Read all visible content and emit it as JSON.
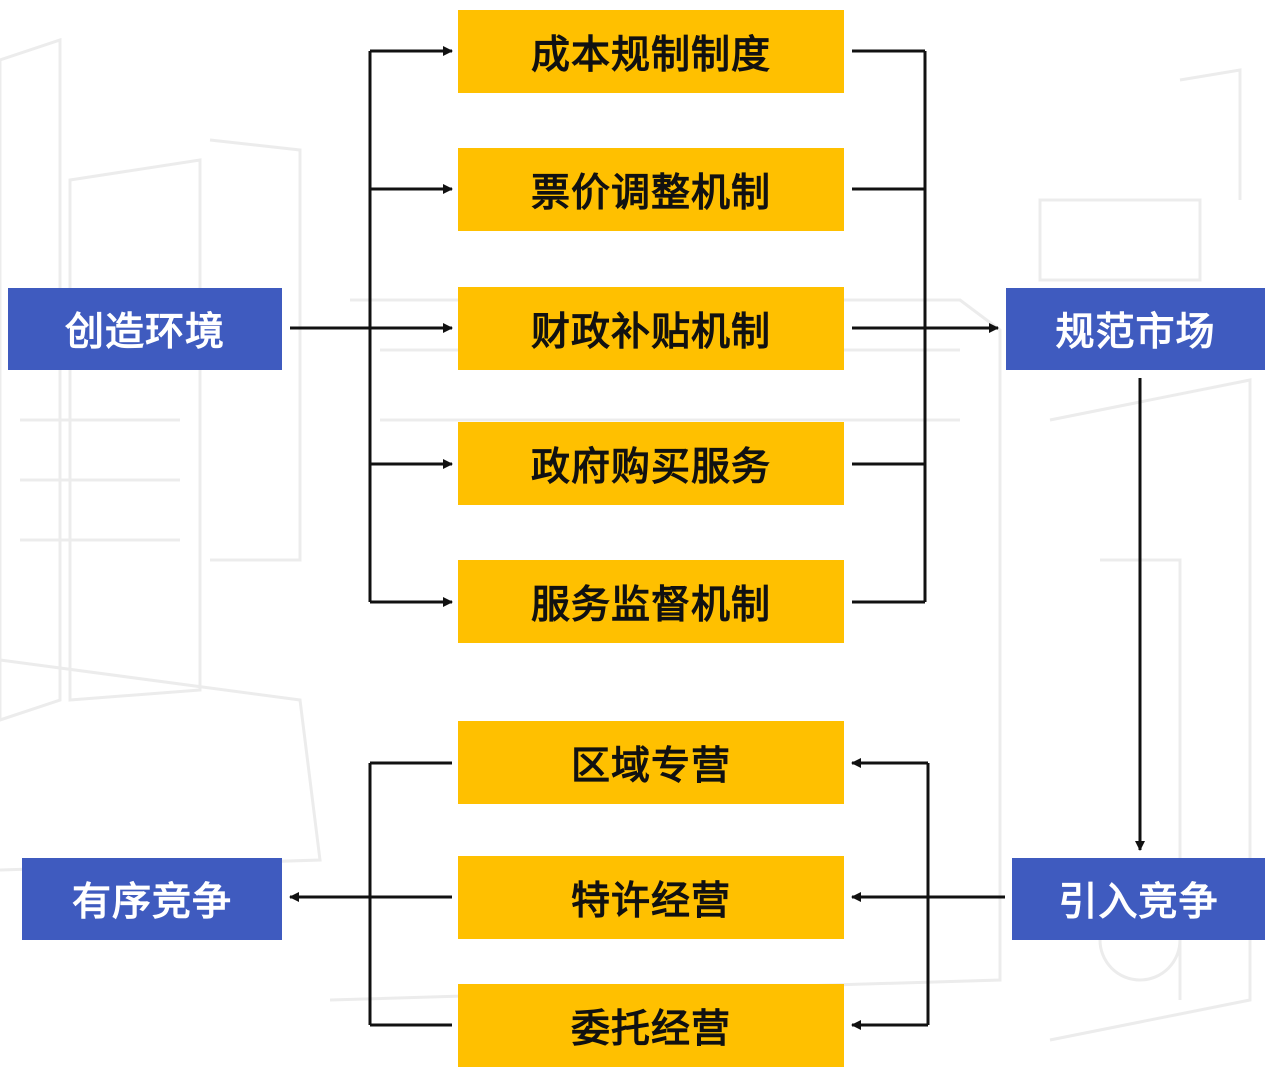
{
  "colors": {
    "mechanism_fill": "#FFC000",
    "mechanism_text": "#111111",
    "endpoint_fill": "#3F5BBF",
    "endpoint_text": "#FFFFFF",
    "connector": "#111111"
  },
  "left_start": {
    "label": "创造环境"
  },
  "mechanisms": [
    {
      "label": "成本规制制度"
    },
    {
      "label": "票价调整机制"
    },
    {
      "label": "财政补贴机制"
    },
    {
      "label": "政府购买服务"
    },
    {
      "label": "服务监督机制"
    }
  ],
  "right_result": {
    "label": "规范市场"
  },
  "competition_source": {
    "label": "引入竞争"
  },
  "operation_modes": [
    {
      "label": "区域专营"
    },
    {
      "label": "特许经营"
    },
    {
      "label": "委托经营"
    }
  ],
  "final_result": {
    "label": "有序竞争"
  }
}
